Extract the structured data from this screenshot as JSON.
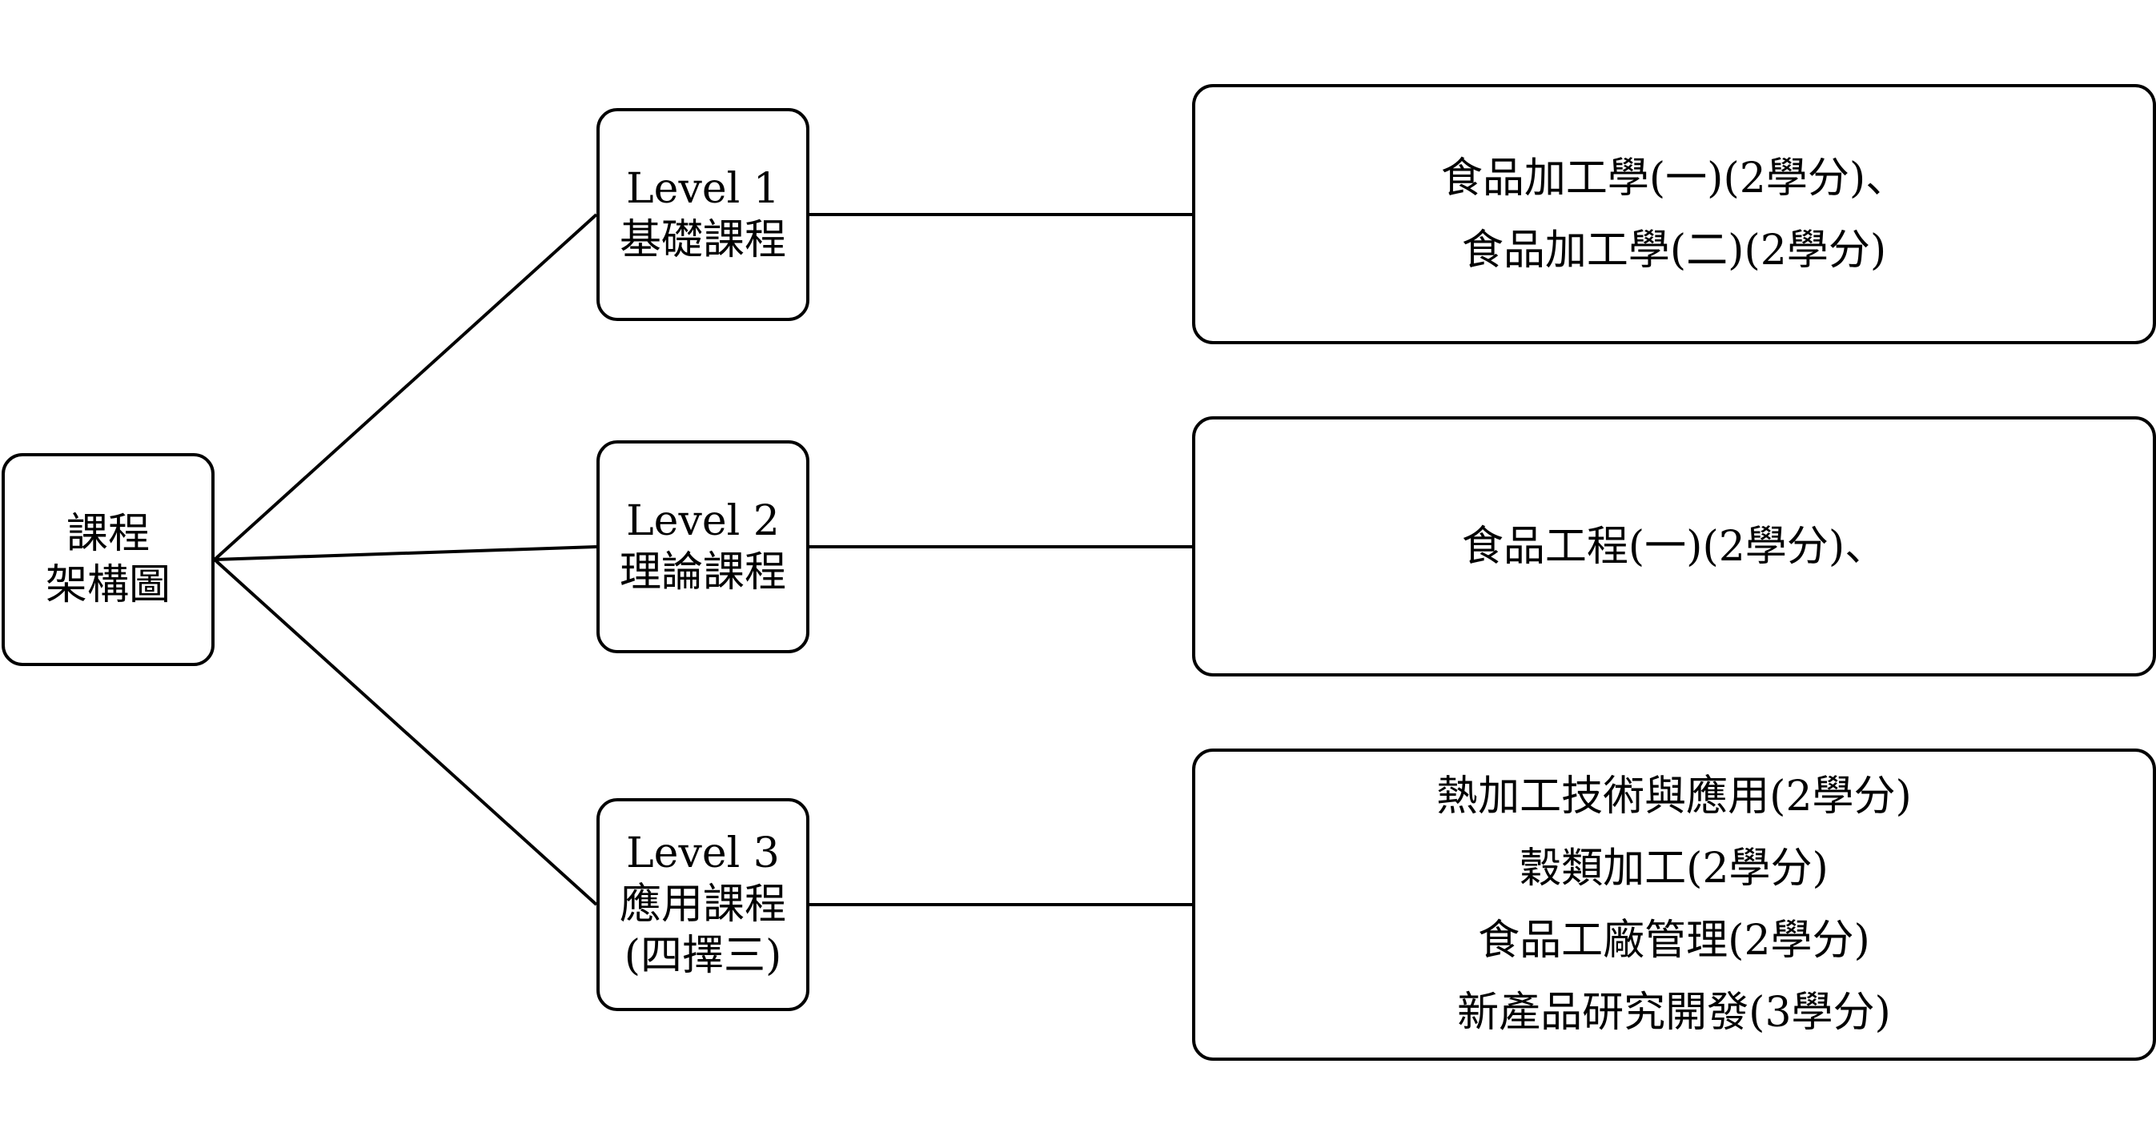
{
  "root": {
    "lines": [
      "課程",
      "架構圖"
    ]
  },
  "levels": [
    {
      "lines": [
        "Level 1",
        "基礎課程"
      ]
    },
    {
      "lines": [
        "Level 2",
        "理論課程"
      ]
    },
    {
      "lines": [
        "Level 3",
        "應用課程",
        "(四擇三)"
      ]
    }
  ],
  "details": [
    {
      "lines": [
        "食品加工學(一)(2學分)、",
        "食品加工學(二)(2學分)"
      ]
    },
    {
      "lines": [
        "食品工程(一)(2學分)、"
      ]
    },
    {
      "lines": [
        "熱加工技術與應用(2學分)",
        "穀類加工(2學分)",
        "食品工廠管理(2學分)",
        "新產品研究開發(3學分)"
      ]
    }
  ]
}
